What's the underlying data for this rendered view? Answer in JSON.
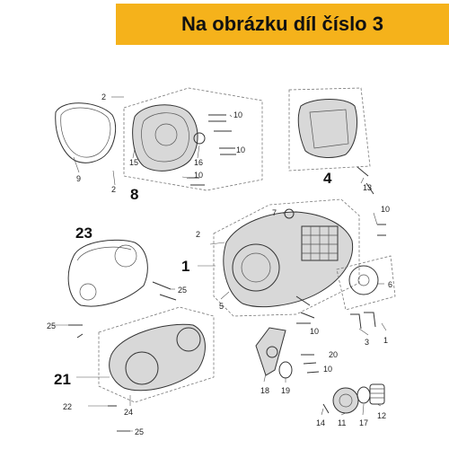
{
  "banner": {
    "title": "Na obrázku díl číslo 3",
    "color": "#f5b21b"
  },
  "callouts": {
    "c1": "1",
    "c2": "2",
    "c3": "3",
    "c4": "4",
    "c5": "5",
    "c6": "6",
    "c7": "7",
    "c8": "8",
    "c9": "9",
    "c10": "10",
    "c11": "11",
    "c12": "12",
    "c13": "13",
    "c14": "14",
    "c15": "15",
    "c16": "16",
    "c17": "17",
    "c18": "18",
    "c19": "19",
    "c20": "20",
    "c21": "21",
    "c22": "22",
    "c23": "23",
    "c24": "24",
    "c25": "25"
  }
}
